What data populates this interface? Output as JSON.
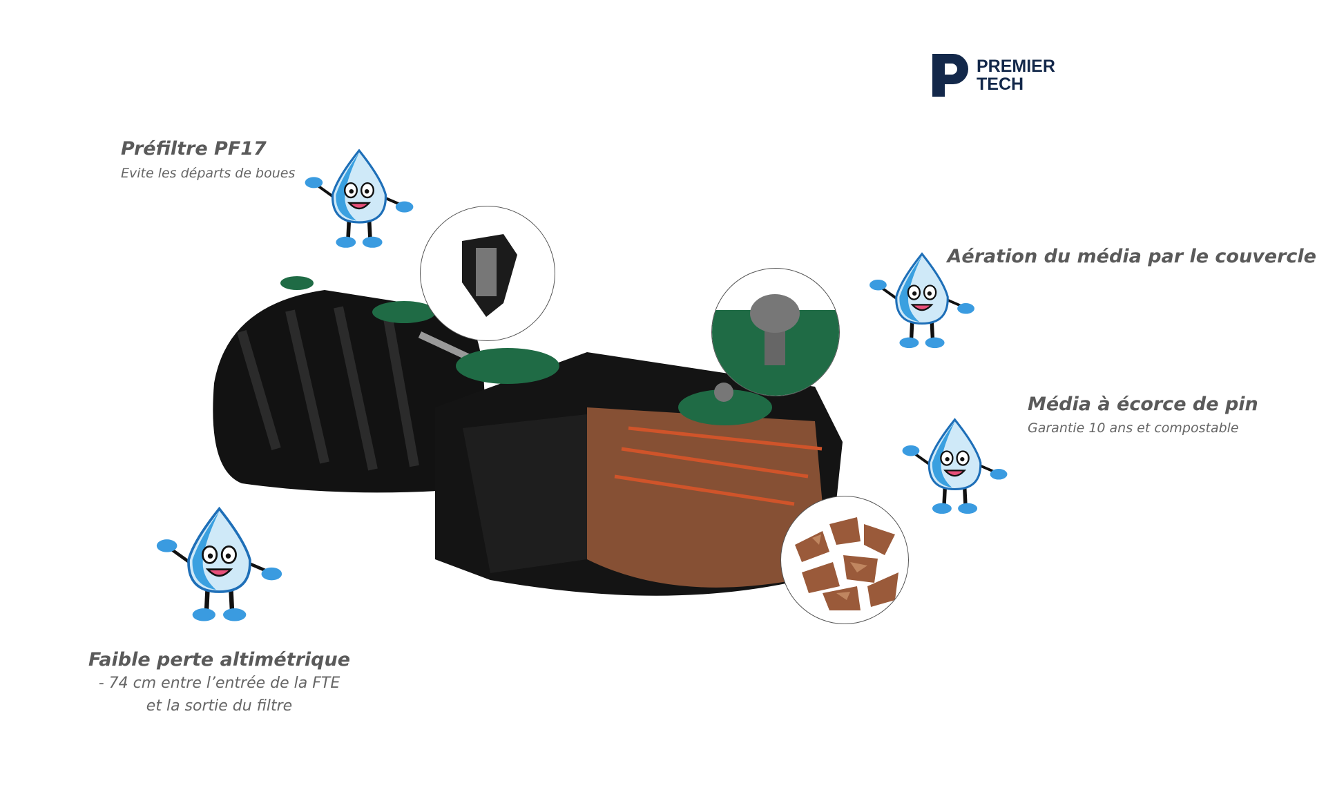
{
  "logo": {
    "line1": "PREMIER",
    "line2": "TECH"
  },
  "callouts": {
    "prefilter": {
      "title": "Préfiltre PF17",
      "subtitle": "Evite les départs de boues"
    },
    "aeration": {
      "title": "Aération du média par le couvercle"
    },
    "media": {
      "title": "Média à écorce de pin",
      "subtitle": "Garantie 10 ans et compostable"
    },
    "height_loss": {
      "title": "Faible perte altimétrique",
      "subtitle_line1": "- 74 cm entre l’entrée de la FTE",
      "subtitle_line2": "et la sortie du filtre"
    }
  },
  "colors": {
    "brand": "#13284a",
    "lid_green": "#1f6b45",
    "drop_blue": "#3aa0e0",
    "bark": "#9a5a3a"
  }
}
